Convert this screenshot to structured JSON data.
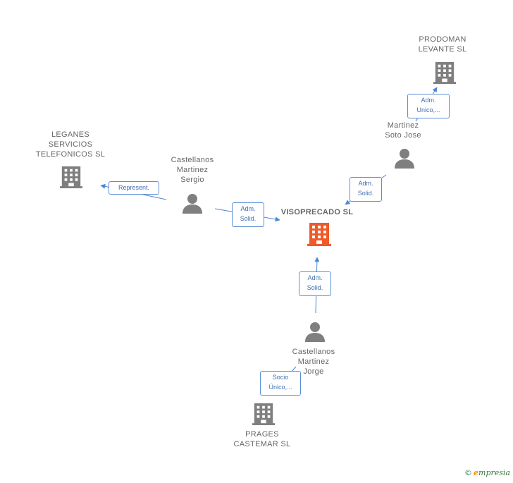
{
  "colors": {
    "focus": "#f05a28",
    "company": "#7f7f7f",
    "person": "#7f7f7f",
    "edge": "#4a86d8"
  },
  "nodes": {
    "visoprecado": {
      "label": "VISOPRECADO SL",
      "type": "company",
      "focus": true
    },
    "prodoman": {
      "label": "PRODOMAN\nLEVANTE SL",
      "type": "company"
    },
    "leganes": {
      "label": "LEGANES\nSERVICIOS\nTELEFONICOS SL",
      "type": "company"
    },
    "prages": {
      "label": "PRAGES\nCASTEMAR SL",
      "type": "company"
    },
    "sergio": {
      "label": "Castellanos\nMartinez\nSergio",
      "type": "person"
    },
    "soto_jose": {
      "label": "Martinez\nSoto Jose",
      "type": "person"
    },
    "jorge": {
      "label": "Castellanos\nMartinez\nJorge",
      "type": "person"
    }
  },
  "edges": {
    "sergio_visoprecado": "Adm.\nSolid.",
    "sergio_leganes": "Represent.",
    "soto_visoprecado": "Adm.\nSolid.",
    "soto_prodoman": "Adm.\nUnico,...",
    "jorge_visoprecado": "Adm.\nSolid.",
    "jorge_prages": "Socio\nÚnico,..."
  },
  "footer": {
    "copyright": "©",
    "brand_initial": "e",
    "brand_rest": "mpresia"
  }
}
